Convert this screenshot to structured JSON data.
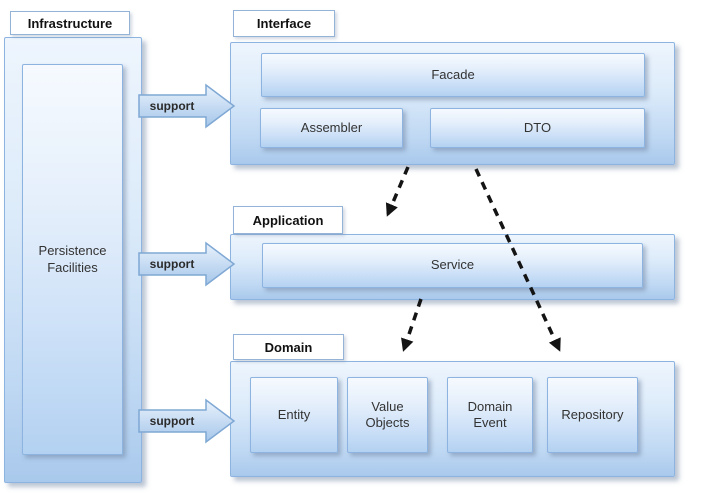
{
  "sections": {
    "infrastructure": {
      "label": "Infrastructure",
      "persistence": "Persistence Facilities"
    },
    "interface": {
      "label": "Interface",
      "facade": "Facade",
      "assembler": "Assembler",
      "dto": "DTO"
    },
    "application": {
      "label": "Application",
      "service": "Service"
    },
    "domain": {
      "label": "Domain",
      "boxes": [
        {
          "label": "Entity"
        },
        {
          "label": "Value Objects"
        },
        {
          "label": "Domain Event"
        },
        {
          "label": "Repository"
        }
      ]
    }
  },
  "arrows": {
    "support": [
      {
        "label": "support",
        "from": "Infrastructure",
        "to": "Interface"
      },
      {
        "label": "support",
        "from": "Infrastructure",
        "to": "Application"
      },
      {
        "label": "support",
        "from": "Infrastructure",
        "to": "Domain"
      }
    ],
    "dependencies": [
      {
        "from": "Interface",
        "to": "Application"
      },
      {
        "from": "Interface",
        "to": "Domain"
      },
      {
        "from": "Application",
        "to": "Domain"
      }
    ]
  },
  "colors": {
    "box_border": "#8db4e0",
    "box_fill_top": "#f6fafe",
    "box_fill_bottom": "#b3d1f1",
    "container_fill_top": "#eef5fd",
    "container_fill_bottom": "#a9c9ec",
    "label_background": "#ffffff",
    "dashed_arrow": "#141414",
    "text": "#333333"
  }
}
